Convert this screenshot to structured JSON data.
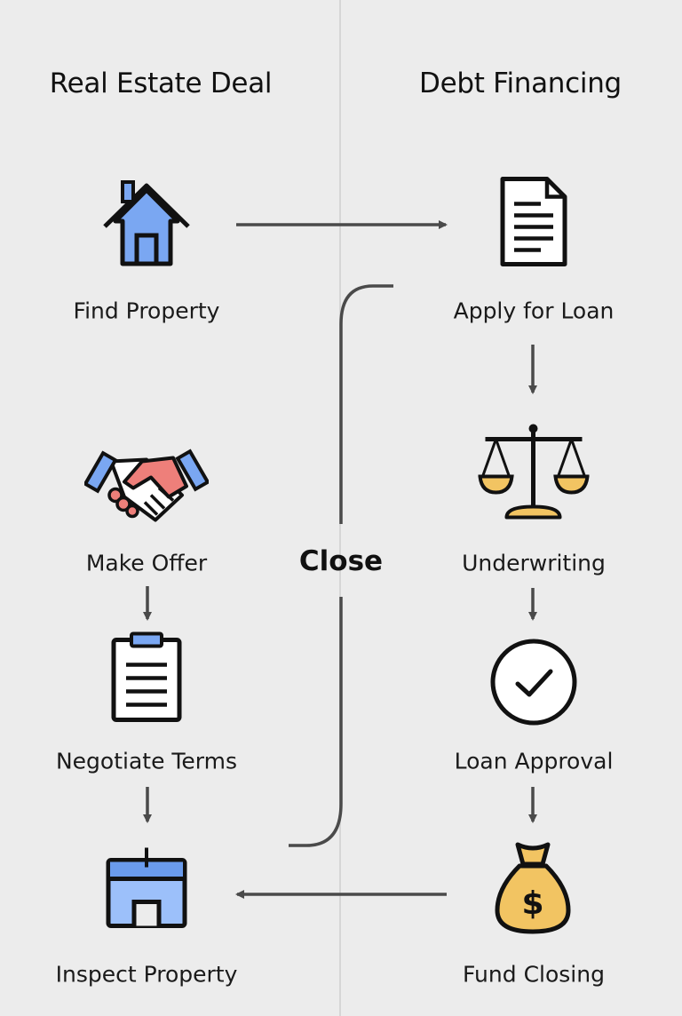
{
  "columns": {
    "left": {
      "title": "Real Estate Deal",
      "steps": [
        "Find Property",
        "Make Offer",
        "Negotiate Terms",
        "Inspect Property"
      ]
    },
    "right": {
      "title": "Debt Financing",
      "steps": [
        "Apply for Loan",
        "Underwriting",
        "Loan Approval",
        "Fund Closing"
      ]
    }
  },
  "connector_label": "Close",
  "icons": [
    "house-icon",
    "handshake-icon",
    "clipboard-icon",
    "building-icon",
    "document-icon",
    "scales-icon",
    "check-circle-icon",
    "money-bag-icon"
  ],
  "colors": {
    "background": "#ececec",
    "blue": "#7aa7f2",
    "salmon": "#ee7f7a",
    "gold": "#f2c462",
    "line": "#4a4a4a",
    "divider": "#d6d6d6"
  }
}
